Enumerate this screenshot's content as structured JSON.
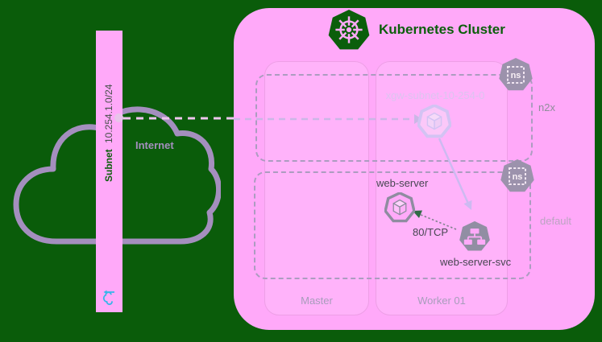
{
  "colors": {
    "background": "#0A5C0A",
    "cluster_fill": "#FFA9F9",
    "cloud_outline": "#A48FBE",
    "icon_gray": "#918EA3",
    "faded_lavender": "#CDBAF1",
    "dark_label": "#474752",
    "muted_label": "#A79DBB",
    "title_green": "#0B5E0B",
    "cyan_icon": "#35B6E8",
    "arrowhead_green": "#2F6B45"
  },
  "internet": {
    "label": "Internet"
  },
  "subnet": {
    "name": "Subnet",
    "cidr": "10.254.1.0/24"
  },
  "cluster": {
    "title": "Kubernetes Cluster",
    "nodes": [
      {
        "label": "Master"
      },
      {
        "label": "Worker 01"
      }
    ],
    "namespaces": [
      {
        "label": "n2x",
        "badge": "ns"
      },
      {
        "label": "default",
        "badge": "ns"
      }
    ],
    "gateway": {
      "label": "xgw-subnet-10-254-0"
    },
    "workload": {
      "pod_label": "web-server",
      "service_label": "web-server-svc",
      "port_label": "80/TCP"
    }
  }
}
